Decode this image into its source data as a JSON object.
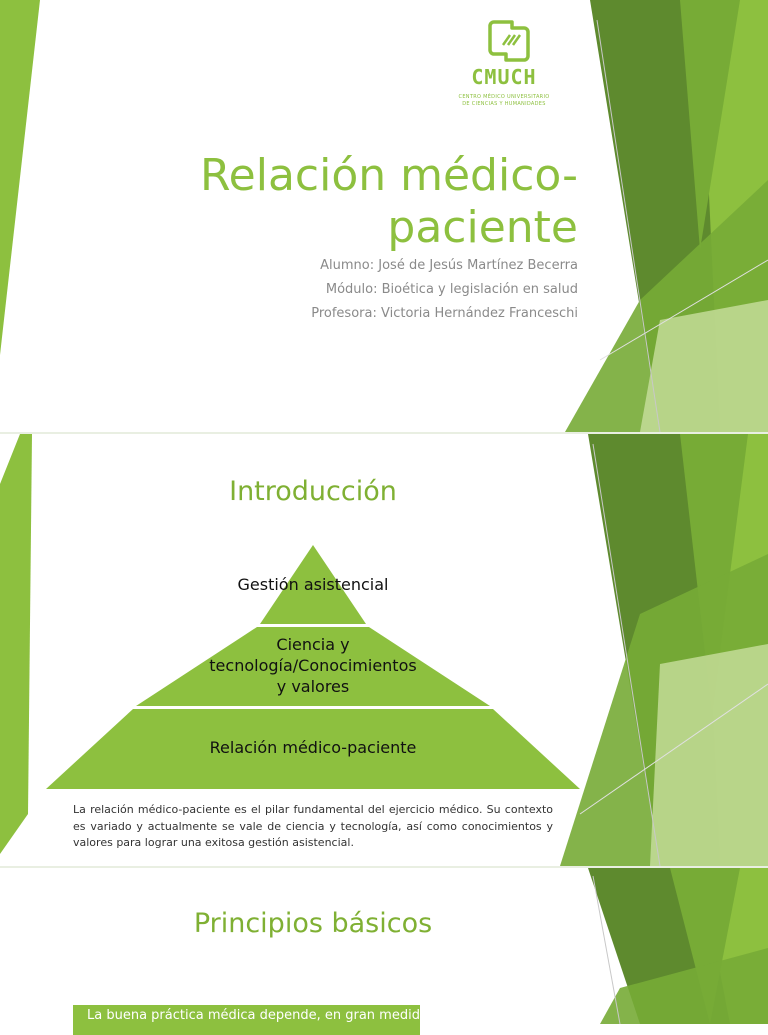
{
  "colors": {
    "accent": "#8dc03f",
    "dark_green": "#5e8a2e",
    "mid_green": "#77ab36",
    "light_green": "#c8df9e"
  },
  "logo": {
    "name": "CMUCH",
    "tagline_1": "CENTRO MÉDICO UNIVERSITARIO",
    "tagline_2": "DE CIENCIAS Y HUMANIDADES",
    "icon": "clinic-logo-icon"
  },
  "slide1": {
    "title_line1": "Relación médico-",
    "title_line2": "paciente",
    "student": "Alumno: José de Jesús Martínez Becerra",
    "module": "Módulo: Bioética y legislación en salud",
    "teacher": "Profesora: Victoria Hernández Franceschi"
  },
  "slide2": {
    "title": "Introducción",
    "pyramid": {
      "top": "Gestión asistencial",
      "middle_1": "Ciencia y",
      "middle_2": "tecnología/Conocimientos",
      "middle_3": "y valores",
      "bottom": "Relación médico-paciente"
    },
    "paragraph": "La relación médico-paciente es el pilar fundamental del ejercicio médico. Su contexto es variado y actualmente se vale de ciencia y tecnología, así como conocimientos y valores para lograr una exitosa gestión asistencial."
  },
  "slide3": {
    "title": "Principios básicos",
    "highlight": "La buena práctica médica depende, en gran medida,"
  }
}
